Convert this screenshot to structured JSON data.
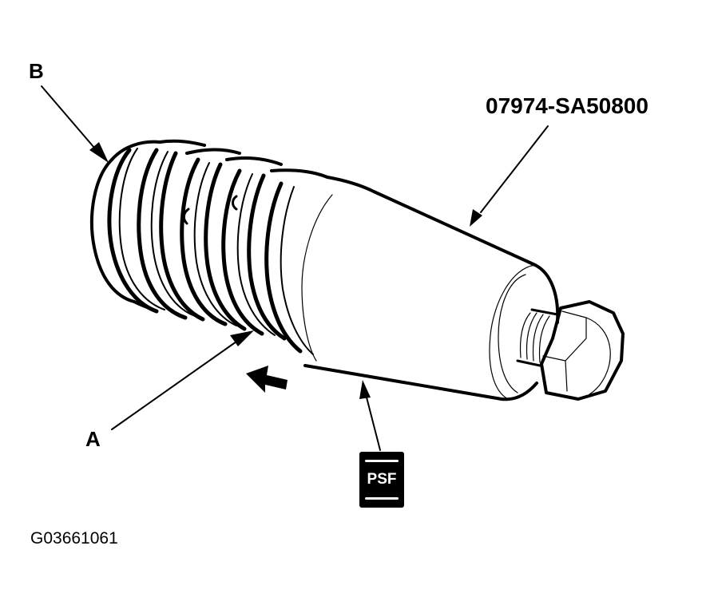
{
  "diagram": {
    "title_part_number": "07974-SA50800",
    "figure_id": "G03661061",
    "callouts": {
      "a": "A",
      "b": "B"
    },
    "fluid_badge": {
      "text": "PSF",
      "meaning": "power steering fluid"
    },
    "colors": {
      "line": "#000000",
      "background": "#ffffff",
      "badge_fill": "#000000",
      "badge_text": "#ffffff"
    },
    "components": [
      {
        "id": "seal-ring-stack",
        "callout": "B"
      },
      {
        "id": "seal-ring-groove",
        "callout": "A"
      },
      {
        "id": "tapered-sleeve",
        "callout": "07974-SA50800"
      },
      {
        "id": "hex-bolt"
      },
      {
        "id": "insert-direction-arrow"
      }
    ]
  }
}
